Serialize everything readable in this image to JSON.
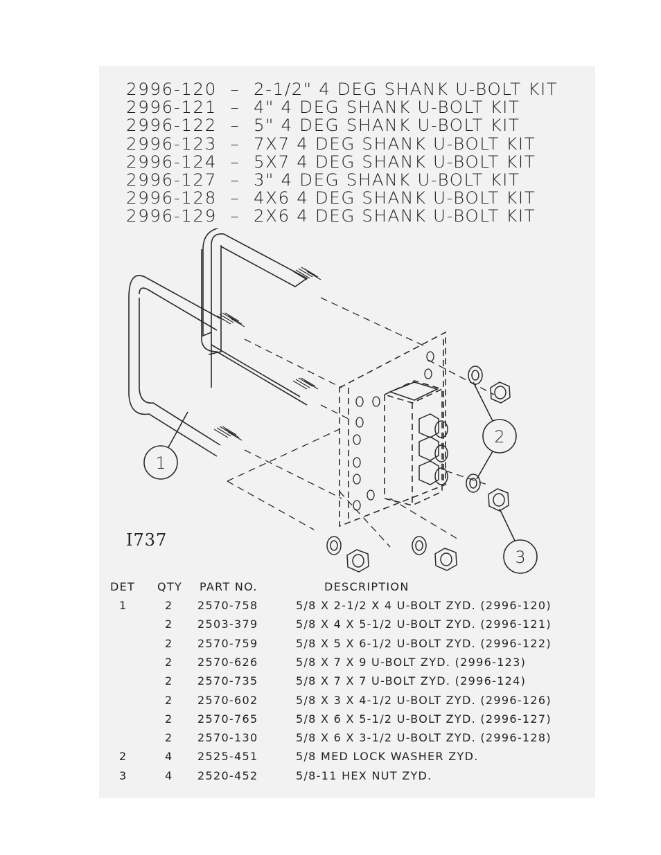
{
  "kits": [
    {
      "part": "2996-120",
      "desc": "2-1/2\" 4 DEG SHANK U-BOLT KIT"
    },
    {
      "part": "2996-121",
      "desc": "4\" 4 DEG SHANK U-BOLT KIT"
    },
    {
      "part": "2996-122",
      "desc": "5\" 4 DEG SHANK U-BOLT KIT"
    },
    {
      "part": "2996-123",
      "desc": "7X7 4 DEG SHANK U-BOLT KIT"
    },
    {
      "part": "2996-124",
      "desc": "5X7 4 DEG SHANK U-BOLT KIT"
    },
    {
      "part": "2996-127",
      "desc": "3\" 4 DEG SHANK U-BOLT KIT"
    },
    {
      "part": "2996-128",
      "desc": "4X6 4 DEG SHANK U-BOLT KIT"
    },
    {
      "part": "2996-129",
      "desc": "2X6 4 DEG SHANK U-BOLT KIT"
    }
  ],
  "kit_separator": "–",
  "drawing": {
    "id": "I737",
    "callouts": [
      "1",
      "2",
      "3"
    ]
  },
  "table": {
    "headers": {
      "det": "DET",
      "qty": "QTY",
      "part": "PART NO.",
      "desc": "DESCRIPTION"
    },
    "rows": [
      {
        "det": "1",
        "qty": "2",
        "part": "2570-758",
        "desc": "5/8 X 2-1/2 X 4 U-BOLT ZYD. (2996-120)"
      },
      {
        "det": "",
        "qty": "2",
        "part": "2503-379",
        "desc": "5/8 X 4 X 5-1/2 U-BOLT ZYD. (2996-121)"
      },
      {
        "det": "",
        "qty": "2",
        "part": "2570-759",
        "desc": "5/8 X 5 X 6-1/2 U-BOLT ZYD. (2996-122)"
      },
      {
        "det": "",
        "qty": "2",
        "part": "2570-626",
        "desc": "5/8 X 7 X 9 U-BOLT ZYD. (2996-123)"
      },
      {
        "det": "",
        "qty": "2",
        "part": "2570-735",
        "desc": "5/8 X 7 X 7 U-BOLT ZYD. (2996-124)"
      },
      {
        "det": "",
        "qty": "2",
        "part": "2570-602",
        "desc": "5/8 X 3 X 4-1/2 U-BOLT ZYD. (2996-126)"
      },
      {
        "det": "",
        "qty": "2",
        "part": "2570-765",
        "desc": "5/8 X 6 X 5-1/2 U-BOLT ZYD. (2996-127)"
      },
      {
        "det": "",
        "qty": "2",
        "part": "2570-130",
        "desc": "5/8 X 6 X 3-1/2 U-BOLT ZYD. (2996-128)"
      },
      {
        "det": "2",
        "qty": "4",
        "part": "2525-451",
        "desc": "5/8 MED LOCK WASHER ZYD."
      },
      {
        "det": "3",
        "qty": "4",
        "part": "2520-452",
        "desc": "5/8-11 HEX NUT ZYD."
      }
    ]
  }
}
